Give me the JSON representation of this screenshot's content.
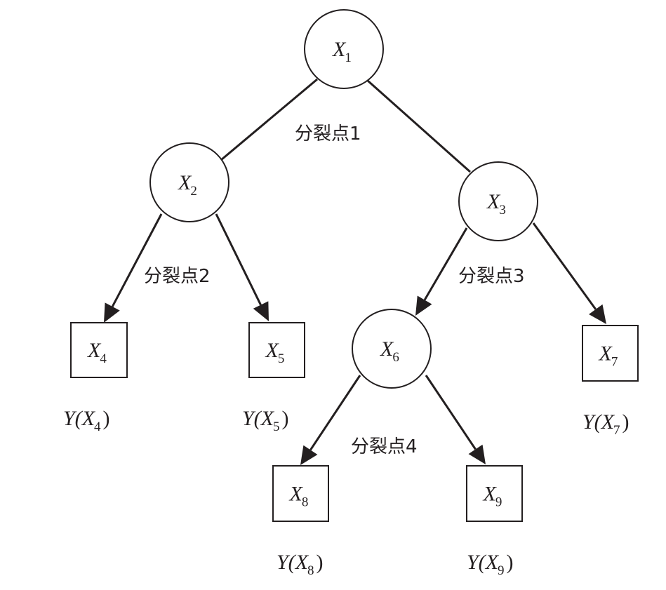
{
  "diagram": {
    "type": "decision-tree",
    "nodes": [
      {
        "id": "X1",
        "var": "X",
        "sub": "1",
        "shape": "circle"
      },
      {
        "id": "X2",
        "var": "X",
        "sub": "2",
        "shape": "circle"
      },
      {
        "id": "X3",
        "var": "X",
        "sub": "3",
        "shape": "circle"
      },
      {
        "id": "X4",
        "var": "X",
        "sub": "4",
        "shape": "square"
      },
      {
        "id": "X5",
        "var": "X",
        "sub": "5",
        "shape": "square"
      },
      {
        "id": "X6",
        "var": "X",
        "sub": "6",
        "shape": "circle"
      },
      {
        "id": "X7",
        "var": "X",
        "sub": "7",
        "shape": "square"
      },
      {
        "id": "X8",
        "var": "X",
        "sub": "8",
        "shape": "square"
      },
      {
        "id": "X9",
        "var": "X",
        "sub": "9",
        "shape": "square"
      }
    ],
    "edges": [
      {
        "from": "X1",
        "to": "X2",
        "arrow": false
      },
      {
        "from": "X1",
        "to": "X3",
        "arrow": false
      },
      {
        "from": "X2",
        "to": "X4",
        "arrow": true
      },
      {
        "from": "X2",
        "to": "X5",
        "arrow": true
      },
      {
        "from": "X3",
        "to": "X6",
        "arrow": true
      },
      {
        "from": "X3",
        "to": "X7",
        "arrow": true
      },
      {
        "from": "X6",
        "to": "X8",
        "arrow": true
      },
      {
        "from": "X6",
        "to": "X9",
        "arrow": true
      }
    ],
    "split_labels": [
      {
        "id": "split1",
        "text": "分裂点1"
      },
      {
        "id": "split2",
        "text": "分裂点2"
      },
      {
        "id": "split3",
        "text": "分裂点3"
      },
      {
        "id": "split4",
        "text": "分裂点4"
      }
    ],
    "outputs": [
      {
        "id": "Y4",
        "func": "Y",
        "var": "X",
        "sub": "4"
      },
      {
        "id": "Y5",
        "func": "Y",
        "var": "X",
        "sub": "5"
      },
      {
        "id": "Y7",
        "func": "Y",
        "var": "X",
        "sub": "7"
      },
      {
        "id": "Y8",
        "func": "Y",
        "var": "X",
        "sub": "8"
      },
      {
        "id": "Y9",
        "func": "Y",
        "var": "X",
        "sub": "9"
      }
    ],
    "colors": {
      "ink": "#231f20",
      "background": "#ffffff"
    }
  }
}
